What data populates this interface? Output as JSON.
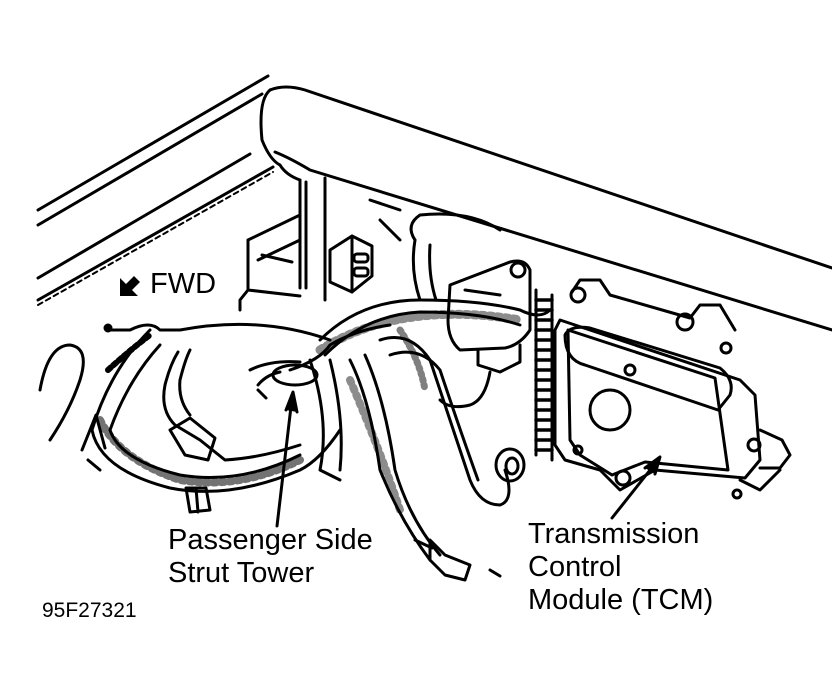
{
  "diagram": {
    "type": "service-manual-line-drawing",
    "subject": "Engine compartment wiring harness and Transmission Control Module location",
    "colors": {
      "line": "#000000",
      "background": "#ffffff"
    }
  },
  "labels": {
    "direction": {
      "icon": "arrow-down-left-icon",
      "text": "FWD"
    },
    "strut_tower": {
      "line1": "Passenger Side",
      "line2": "Strut Tower"
    },
    "tcm": {
      "line1": "Transmission",
      "line2": "Control",
      "line3": "Module (TCM)"
    },
    "figure_id": "95F27321"
  }
}
